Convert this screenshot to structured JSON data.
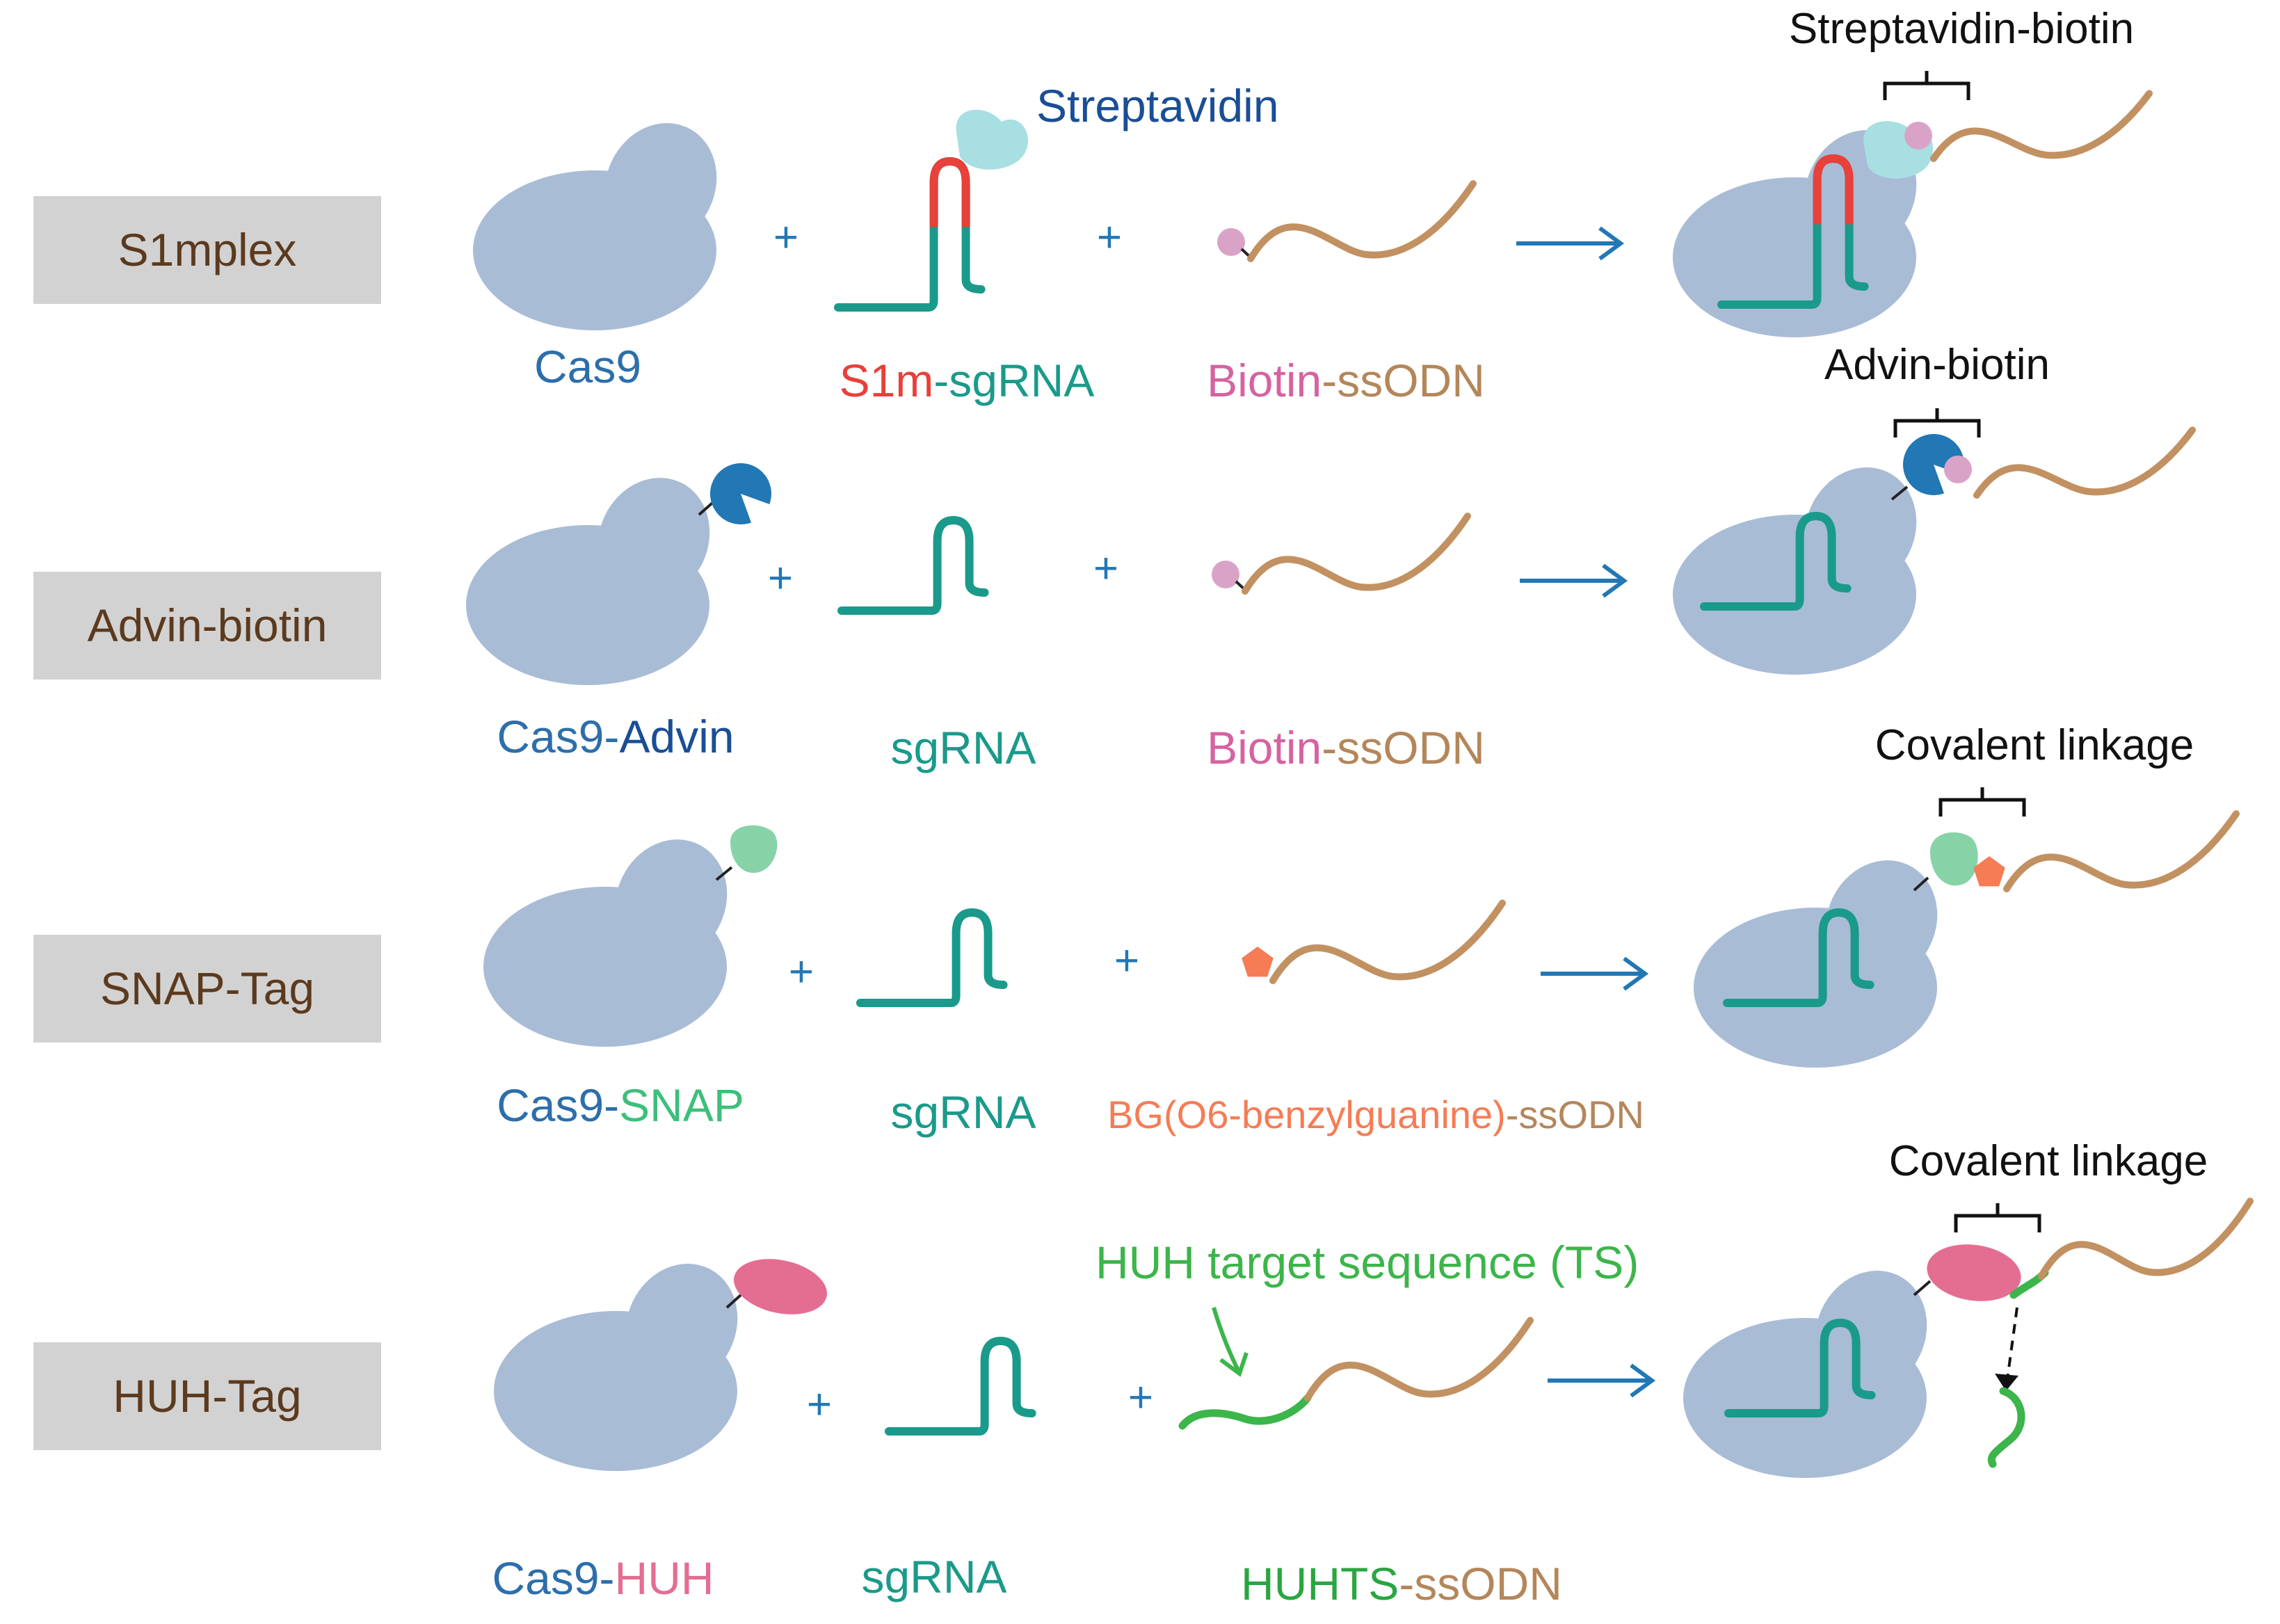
{
  "colors": {
    "protein": "#a9bcd6",
    "sgrna": "#1a9a8a",
    "s1m": "#e8403a",
    "streptavidin": "#a7dfe3",
    "biotin": "#d9a3c8",
    "ssodn": "#c29162",
    "advin": "#2277b5",
    "snap": "#88d2a8",
    "bg": "#f57c55",
    "huh": "#e46d92",
    "huh_ts": "#3cb54a",
    "arrow": "#2277b5",
    "rowLabelBg": "#d2d2d2",
    "rowLabelText": "#5c3a1e",
    "cas9Text": "#2d6eab",
    "advinText": "#1a4e96",
    "biotinText": "#d662a0",
    "ssodnText": "#b4865a",
    "bgText": "#f57c55"
  },
  "rows": [
    {
      "label": "S1mplex",
      "protein": {
        "parts": [
          {
            "text": "Cas9",
            "color": "#2d6eab"
          }
        ]
      },
      "guide": {
        "parts": [
          {
            "text": "S1m",
            "color": "#e8403a"
          },
          {
            "text": "-sgRNA",
            "color": "#1a9a8a"
          }
        ]
      },
      "donor": {
        "parts": [
          {
            "text": "Biotin",
            "color": "#d662a0"
          },
          {
            "text": "-ssODN",
            "color": "#b4865a"
          }
        ]
      },
      "annotation": "Streptavidin",
      "link_label": "Streptavidin-biotin"
    },
    {
      "label": "Advin-biotin",
      "protein": {
        "parts": [
          {
            "text": "Cas9-",
            "color": "#2d6eab"
          },
          {
            "text": "Advin",
            "color": "#1a4e96"
          }
        ]
      },
      "guide": {
        "parts": [
          {
            "text": "sgRNA",
            "color": "#1a9a8a"
          }
        ]
      },
      "donor": {
        "parts": [
          {
            "text": "Biotin",
            "color": "#d662a0"
          },
          {
            "text": "-ssODN",
            "color": "#b4865a"
          }
        ]
      },
      "link_label": "Advin-biotin"
    },
    {
      "label": "SNAP-Tag",
      "protein": {
        "parts": [
          {
            "text": "Cas9-",
            "color": "#2d6eab"
          },
          {
            "text": "SNAP",
            "color": "#3cbf7a"
          }
        ]
      },
      "guide": {
        "parts": [
          {
            "text": "sgRNA",
            "color": "#1a9a8a"
          }
        ]
      },
      "donor": {
        "parts": [
          {
            "text": "BG(O6-benzylguanine)",
            "color": "#f57c55"
          },
          {
            "text": "-ssODN",
            "color": "#b4865a"
          }
        ]
      },
      "link_label": "Covalent linkage"
    },
    {
      "label": "HUH-Tag",
      "protein": {
        "parts": [
          {
            "text": "Cas9-",
            "color": "#2d6eab"
          },
          {
            "text": "HUH",
            "color": "#e46d92"
          }
        ]
      },
      "guide": {
        "parts": [
          {
            "text": "sgRNA",
            "color": "#1a9a8a"
          }
        ]
      },
      "donor": {
        "parts": [
          {
            "text": "HUHTS",
            "color": "#2aa640"
          },
          {
            "text": "-ssODN",
            "color": "#b4865a"
          }
        ]
      },
      "annotation": "HUH target sequence (TS)",
      "link_label": "Covalent linkage"
    }
  ],
  "plus_sign": "+",
  "arrow_glyph": "→"
}
